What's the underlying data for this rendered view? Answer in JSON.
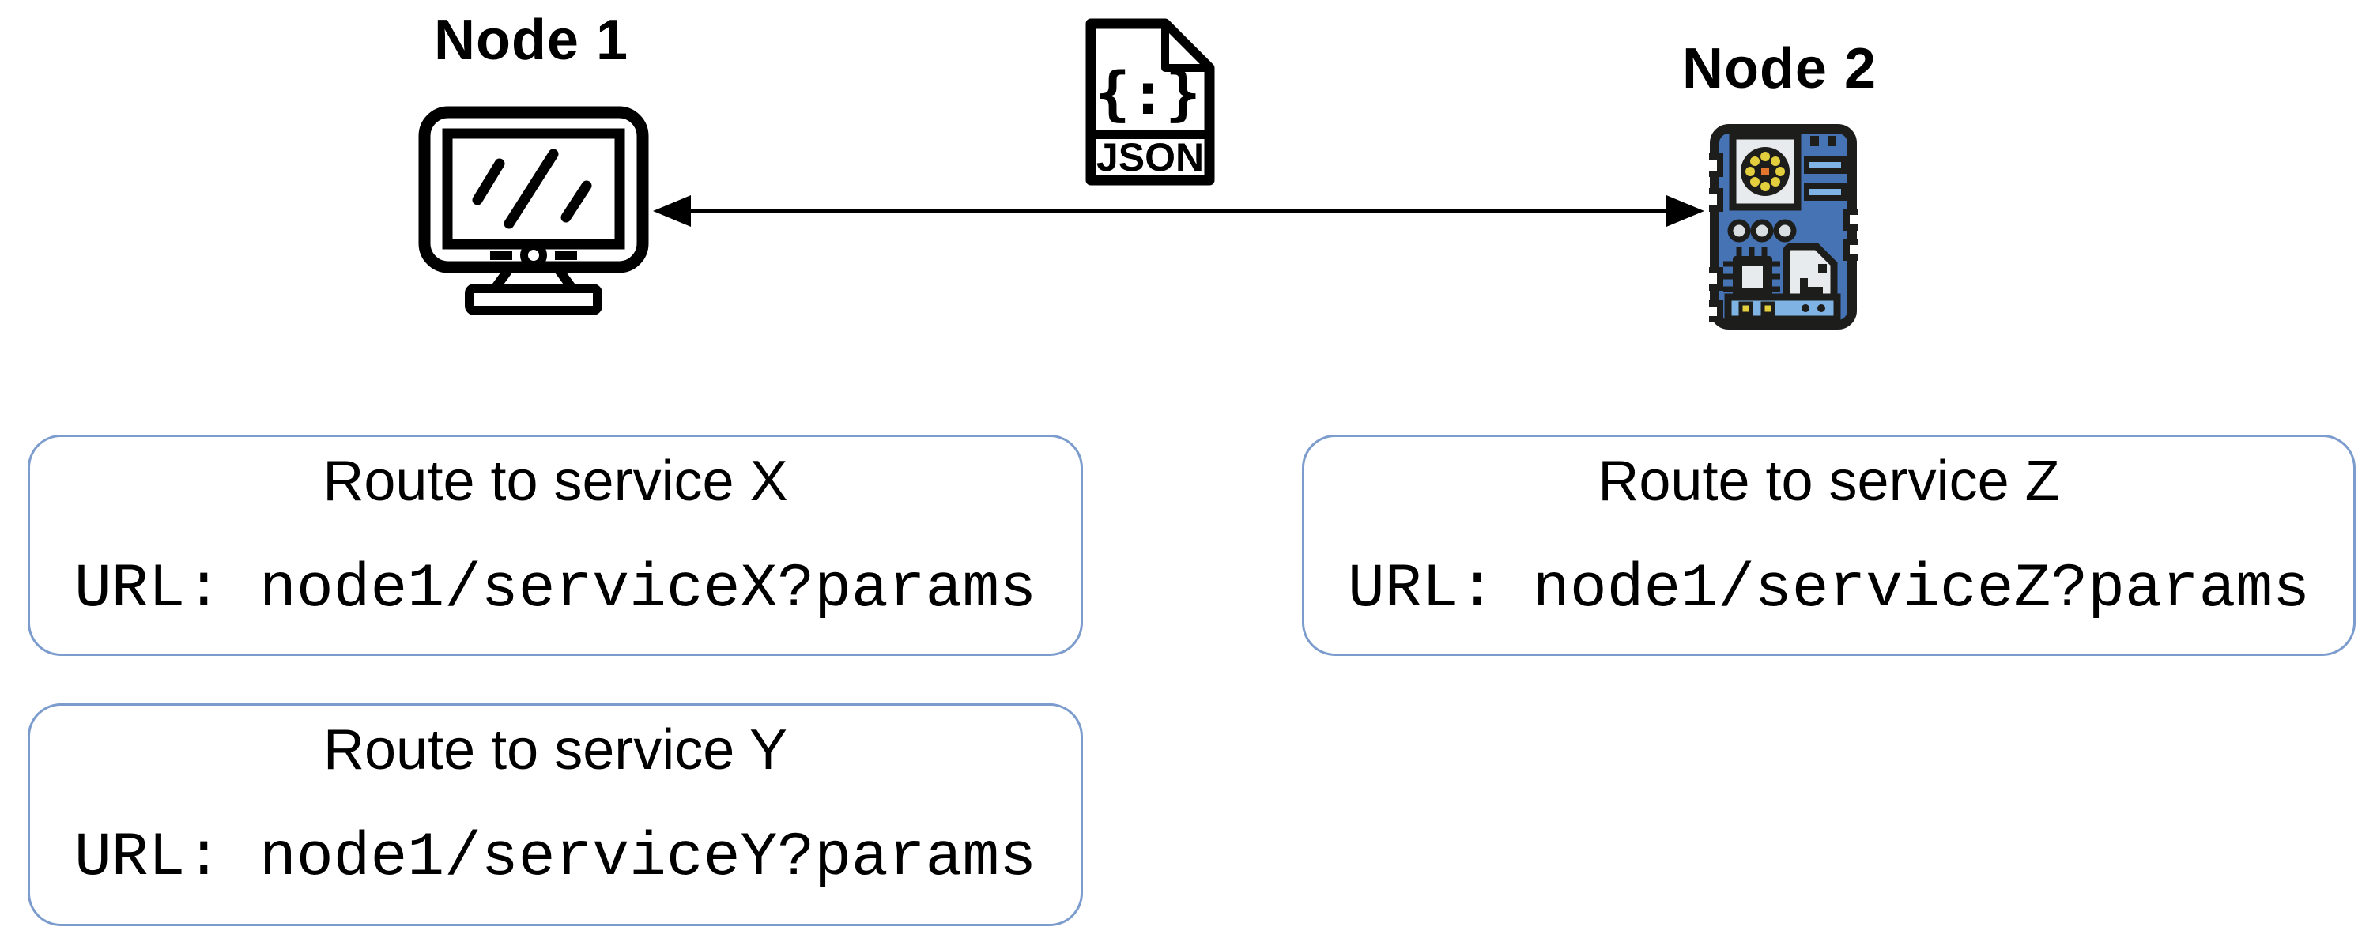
{
  "diagram": {
    "node1": {
      "label": "Node 1"
    },
    "node2": {
      "label": "Node 2"
    },
    "json_file": {
      "symbol": "{:}",
      "label": "JSON"
    },
    "routes": [
      {
        "title": "Route to service X",
        "url": "URL: node1/serviceX?params"
      },
      {
        "title": "Route to service Y",
        "url": "URL: node1/serviceY?params"
      },
      {
        "title": "Route to service Z",
        "url": "URL: node1/serviceZ?params"
      }
    ],
    "colors": {
      "box_border": "#7b9ccd",
      "line_art": "#000000",
      "board_blue": "#4673b4",
      "board_light_blue": "#7fb3e3",
      "panel_gray": "#e8ebee",
      "accent_yellow": "#e3cf3e",
      "accent_orange": "#e2762d"
    }
  }
}
